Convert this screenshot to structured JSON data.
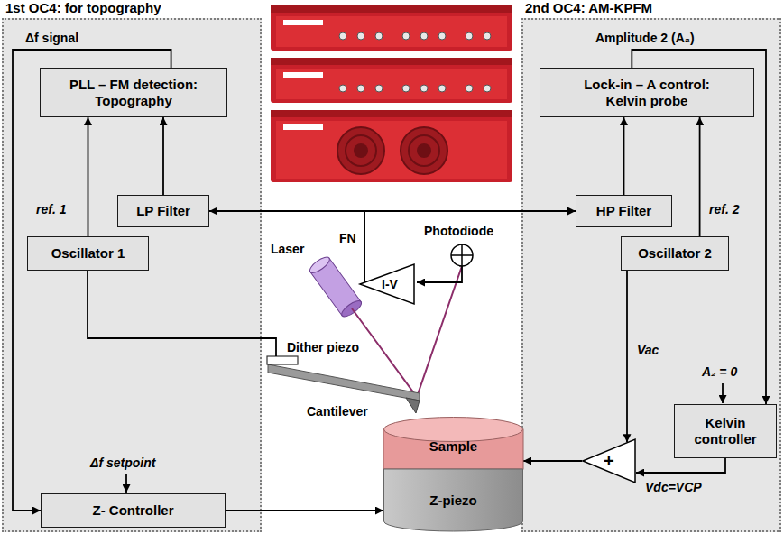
{
  "diagram": {
    "nodes": [
      {
        "text": [
          "1st OC4: for topography"
        ]
      },
      {
        "text": [
          "PLL – FM detection: Topography"
        ],
        "in": 0
      },
      {
        "text": [
          "LP Filter"
        ],
        "in": 0
      },
      {
        "text": [
          "Oscillator 1"
        ],
        "in": 0
      },
      {
        "text": [
          "Z- Controller"
        ],
        "in": 0
      },
      {
        "text": [
          "2nd OC4: AM-KPFM"
        ]
      },
      {
        "text": [
          "Lock-in – A control: Kelvin probe"
        ],
        "in": 5
      },
      {
        "text": [
          "HP Filter"
        ],
        "in": 5
      },
      {
        "text": [
          "Oscillator 2"
        ],
        "in": 5
      },
      {
        "text": [
          "Kelvin controller"
        ],
        "in": 5
      },
      {
        "text": [
          "+"
        ],
        "in": 5
      },
      {
        "text": [
          "I-V"
        ]
      },
      {
        "text": [
          "Sample"
        ]
      },
      {
        "text": [
          "Z-piezo"
        ]
      }
    ],
    "edges": [
      {
        "from": 3,
        "to": 1,
        "arrow": "to",
        "label": "ref. 1"
      },
      {
        "from": 2,
        "to": 1,
        "arrow": "to"
      },
      {
        "from": 1,
        "to": 4,
        "arrow": "to",
        "label": "Δf signal"
      },
      {
        "from": 4,
        "to": 13,
        "arrow": "to"
      },
      {
        "from": 11,
        "to": 2,
        "arrow": "to"
      },
      {
        "from": 11,
        "to": 7,
        "arrow": "to"
      },
      {
        "from": 7,
        "to": 6,
        "arrow": "to"
      },
      {
        "from": 8,
        "to": 6,
        "arrow": "to",
        "label": "ref. 2"
      },
      {
        "from": 6,
        "to": 9,
        "arrow": "to",
        "label": "Amplitude 2 (A₂)"
      },
      {
        "from": 8,
        "to": 10,
        "arrow": "to",
        "label": "Vac"
      },
      {
        "from": 9,
        "to": 10,
        "arrow": "to",
        "label": "Vdc=VCP"
      },
      {
        "from": 10,
        "to": 12,
        "arrow": "to"
      }
    ],
    "labels": [
      "Δf setpoint",
      "A₂ = 0",
      "FN",
      "Photodiode",
      "Laser",
      "Dither piezo",
      "Cantilever"
    ]
  }
}
